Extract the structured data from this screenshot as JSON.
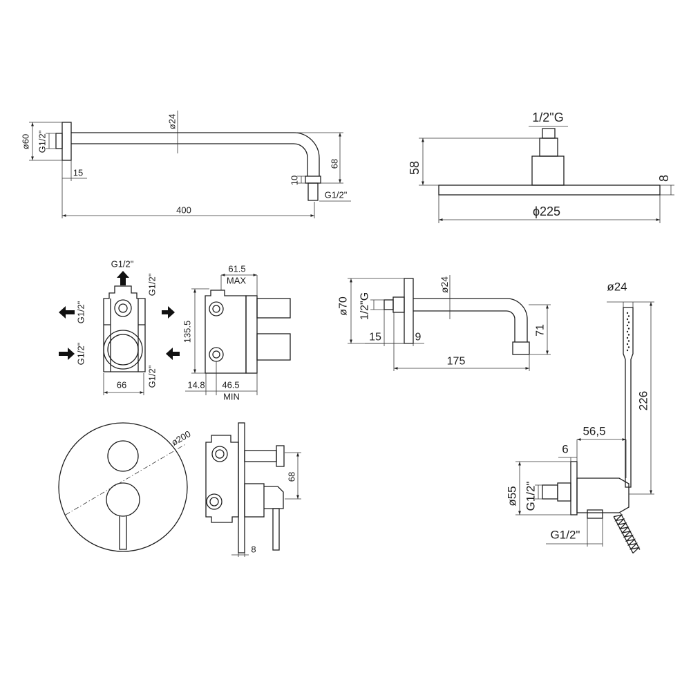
{
  "shower_arm": {
    "flange_diameter": "ø60",
    "flange_thread": "G1/2\"",
    "pipe_diameter": "ø24",
    "flange_depth": "15",
    "drop_height": "68",
    "outlet_length": "10",
    "outlet_thread": "G1/2\"",
    "arm_length": "400"
  },
  "shower_head": {
    "connector_thread": "1/2\"G",
    "height": "58",
    "plate_thickness": "8",
    "diameter": "ϕ225"
  },
  "mixer_body_front": {
    "top_port": "G1/2\"",
    "upper_right_port": "G1/2\"",
    "upper_left_port": "G1/2\"",
    "lower_left_port": "G1/2\"",
    "lower_right_port": "G1/2\"",
    "width": "66"
  },
  "mixer_body_side": {
    "depth_max": "61.5",
    "max_label": "MAX",
    "height": "135.5",
    "offset": "14.8",
    "depth_min": "46.5",
    "min_label": "MIN"
  },
  "wall_spout": {
    "flange_diameter": "ø70",
    "connector_thread": "1/2\"G",
    "pipe_diameter": "ø24",
    "thread_length": "15",
    "flange_thickness": "9",
    "drop_height": "71",
    "projection": "175"
  },
  "trim_plate": {
    "diameter": "ø200",
    "lever_offset": "68",
    "plate_thickness": "8"
  },
  "hand_shower": {
    "handle_diameter": "ø24",
    "length": "226",
    "holder_depth": "56,5",
    "flange_thickness": "6",
    "flange_diameter": "ø55",
    "inlet_thread": "G1/2\"",
    "hose_thread": "G1/2\""
  }
}
